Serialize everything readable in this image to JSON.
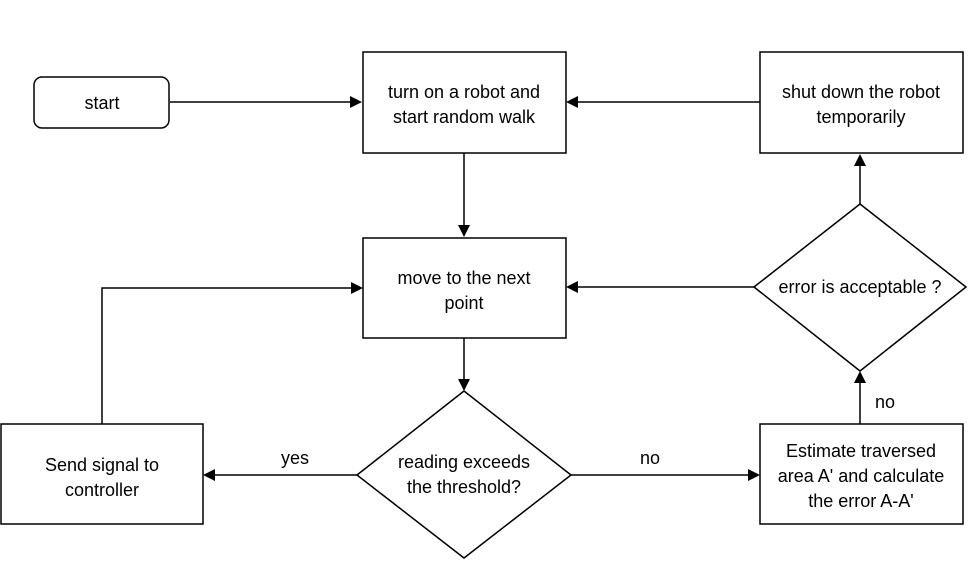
{
  "nodes": {
    "start": {
      "lines": [
        "start"
      ]
    },
    "turn_on": {
      "lines": [
        "turn on a robot and",
        "start random walk"
      ]
    },
    "shut_down": {
      "lines": [
        "shut down the robot",
        "temporarily"
      ]
    },
    "move_next": {
      "lines": [
        "move to the next",
        "point"
      ]
    },
    "error_acceptable": {
      "lines": [
        "error is acceptable ?"
      ]
    },
    "send_signal": {
      "lines": [
        "Send signal to",
        "controller"
      ]
    },
    "reading_exceeds": {
      "lines": [
        "reading  exceeds",
        "the threshold?"
      ]
    },
    "estimate": {
      "lines": [
        "Estimate traversed",
        "area A' and calculate",
        "the error A-A'"
      ]
    }
  },
  "edge_labels": {
    "yes": "yes",
    "no_right": "no",
    "no_up": "no"
  }
}
